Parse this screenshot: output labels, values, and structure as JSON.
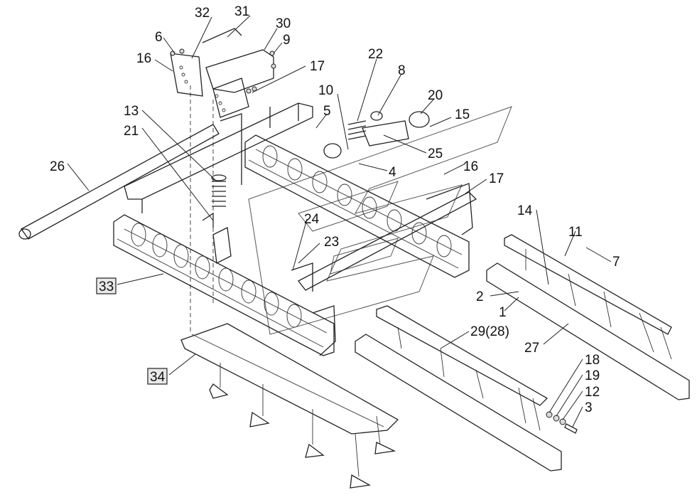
{
  "labels": {
    "l32": "32",
    "l31": "31",
    "l30": "30",
    "l6": "6",
    "l9": "9",
    "l16a": "16",
    "l17a": "17",
    "l22": "22",
    "l8": "8",
    "l10": "10",
    "l20": "20",
    "l5": "5",
    "l13": "13",
    "l15": "15",
    "l21": "21",
    "l25": "25",
    "l26": "26",
    "l4": "4",
    "l16b": "16",
    "l17b": "17",
    "l14": "14",
    "l11": "11",
    "l7": "7",
    "l24": "24",
    "l23": "23",
    "l33": "33",
    "l2": "2",
    "l1": "1",
    "l29": "29(28)",
    "l27": "27",
    "l18": "18",
    "l19": "19",
    "l12": "12",
    "l3": "3",
    "l34": "34"
  }
}
